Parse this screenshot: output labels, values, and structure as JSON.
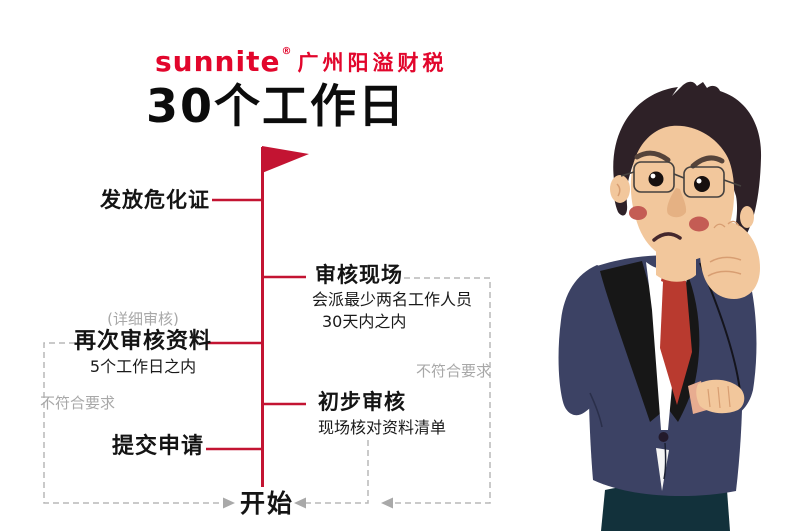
{
  "logo": {
    "brand": "sunnite",
    "registered_mark": "®",
    "company": "广州阳溢财税"
  },
  "title": "30个工作日",
  "flow": {
    "start": "开始",
    "steps": {
      "issue_license": {
        "label": "发放危化证"
      },
      "site_audit": {
        "label": "审核现场",
        "detail1": "会派最少两名工作人员",
        "detail2": "30天内之内"
      },
      "second_review": {
        "note": "(详细审核)",
        "label": "再次审核资料",
        "detail": "5个工作日之内"
      },
      "preliminary_review": {
        "label": "初步审核",
        "detail": "现场核对资料清单"
      },
      "submit_application": {
        "label": "提交申请"
      }
    },
    "fail_label_left": "不符合要求",
    "fail_label_right": "不符合要求"
  },
  "illustration": {
    "name": "thinking-businessman"
  },
  "colors": {
    "brand_red": "#e2062c",
    "timeline_red": "#c31432",
    "text_black": "#141414",
    "muted_gray": "#a8a8a8",
    "dash_gray": "#b8b8b8",
    "suit_navy": "#3c4264",
    "lapel_black": "#171717",
    "tie_red": "#b93a2f",
    "trousers_teal": "#12313b",
    "skin": "#f2c79c",
    "hair": "#2e2127"
  }
}
